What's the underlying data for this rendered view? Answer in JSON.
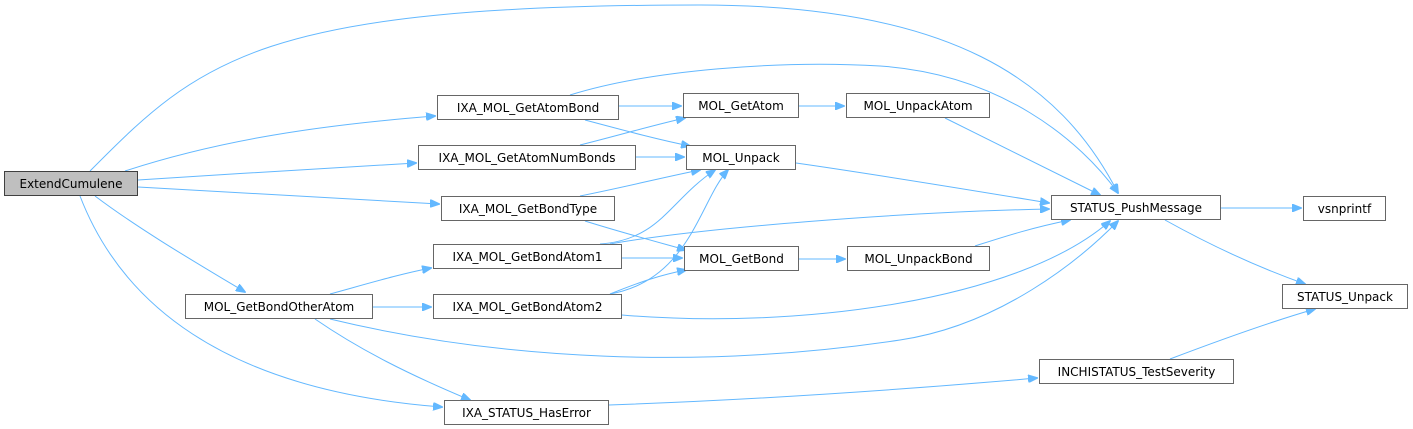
{
  "colors": {
    "edge": "#63b8ff",
    "node_border": "#666666",
    "root_fill": "#bfbfbf"
  },
  "nodes": {
    "extend_cumulene": "ExtendCumulene",
    "ixa_mol_get_atom_bond": "IXA_MOL_GetAtomBond",
    "ixa_mol_get_atom_num_bonds": "IXA_MOL_GetAtomNumBonds",
    "ixa_mol_get_bond_type": "IXA_MOL_GetBondType",
    "ixa_mol_get_bond_atom1": "IXA_MOL_GetBondAtom1",
    "ixa_mol_get_bond_atom2": "IXA_MOL_GetBondAtom2",
    "mol_get_bond_other_atom": "MOL_GetBondOtherAtom",
    "ixa_status_has_error": "IXA_STATUS_HasError",
    "mol_get_atom": "MOL_GetAtom",
    "mol_unpack": "MOL_Unpack",
    "mol_get_bond": "MOL_GetBond",
    "mol_unpack_atom": "MOL_UnpackAtom",
    "mol_unpack_bond": "MOL_UnpackBond",
    "status_push_message": "STATUS_PushMessage",
    "inchistatus_test_severity": "INCHISTATUS_TestSeverity",
    "vsnprintf": "vsnprintf",
    "status_unpack": "STATUS_Unpack"
  }
}
